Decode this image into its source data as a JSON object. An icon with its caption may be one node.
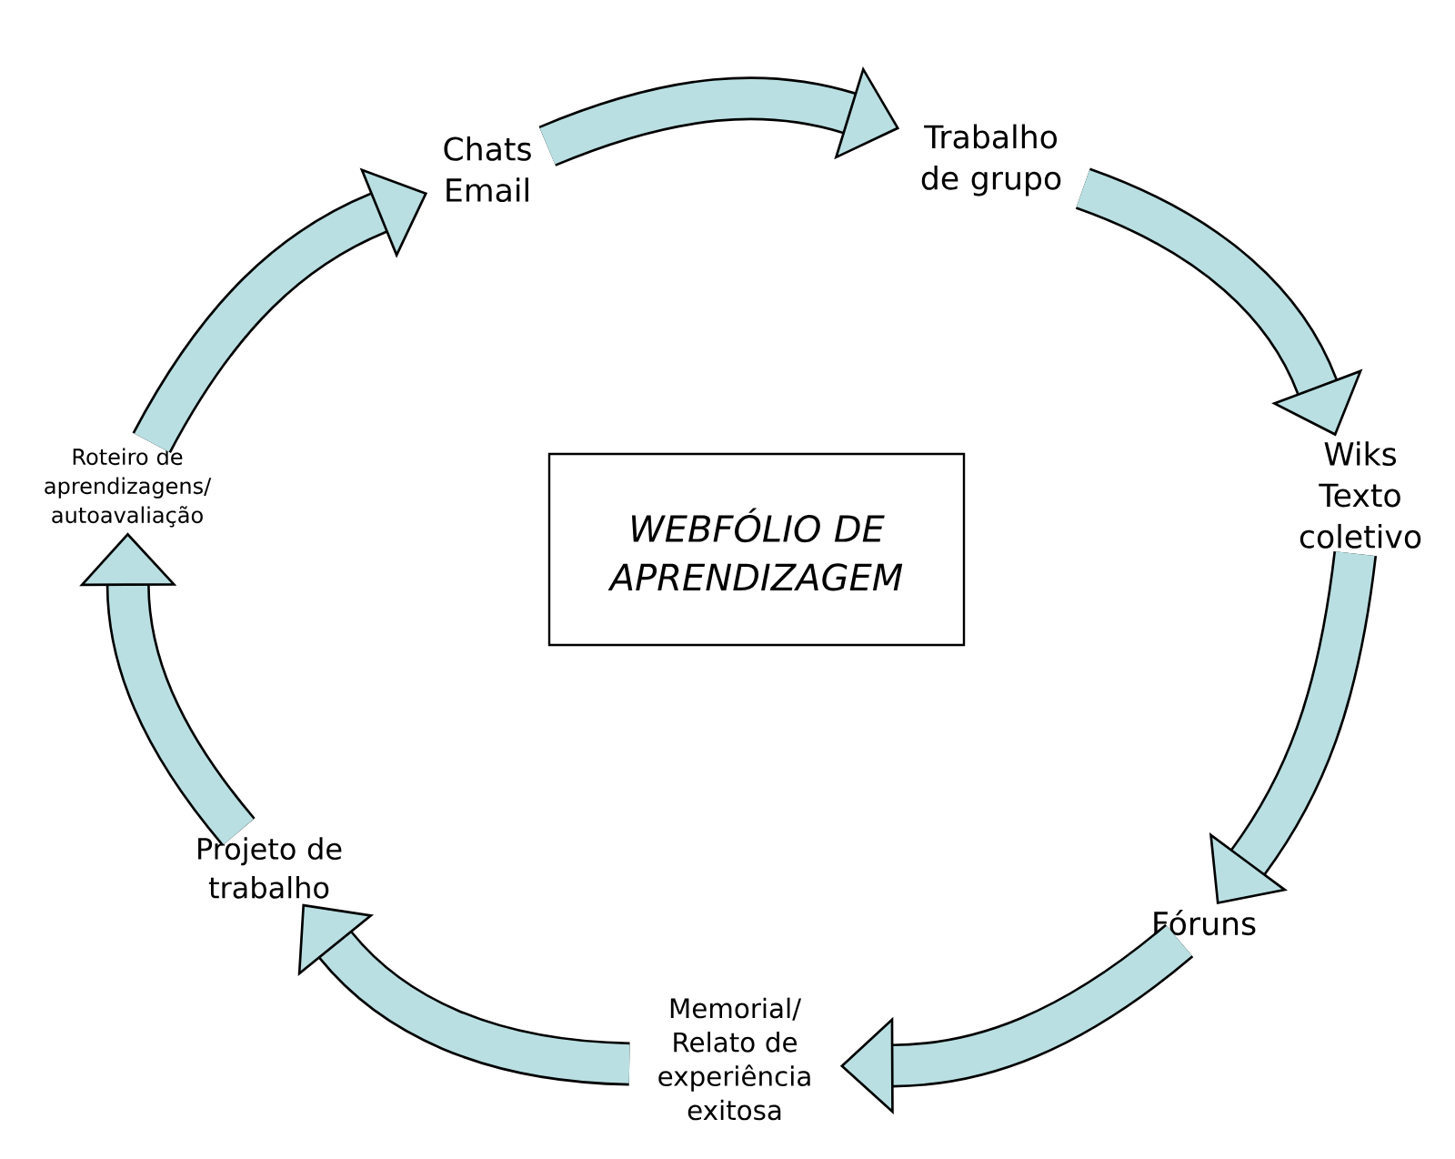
{
  "diagram": {
    "nodes": [
      {
        "text": [
          "WEBFÓLIO DE APRENDIZAGEM"
        ]
      },
      {
        "text": [
          "Chats Email"
        ]
      },
      {
        "text": [
          "Trabalho de grupo"
        ]
      },
      {
        "text": [
          "Wiks Texto coletivo"
        ]
      },
      {
        "text": [
          "Fóruns"
        ]
      },
      {
        "text": [
          "Memorial/ Relato de experiência exitosa"
        ]
      },
      {
        "text": [
          "Projeto de trabalho"
        ]
      },
      {
        "text": [
          "Roteiro de aprendizagens/ autoavaliação"
        ]
      }
    ],
    "edges": [
      {
        "from": 1,
        "to": 2,
        "arrow": "to"
      },
      {
        "from": 2,
        "to": 3,
        "arrow": "to"
      },
      {
        "from": 3,
        "to": 4,
        "arrow": "to"
      },
      {
        "from": 4,
        "to": 5,
        "arrow": "to"
      },
      {
        "from": 5,
        "to": 6,
        "arrow": "to"
      },
      {
        "from": 6,
        "to": 7,
        "arrow": "to"
      },
      {
        "from": 7,
        "to": 1,
        "arrow": "to"
      }
    ]
  }
}
